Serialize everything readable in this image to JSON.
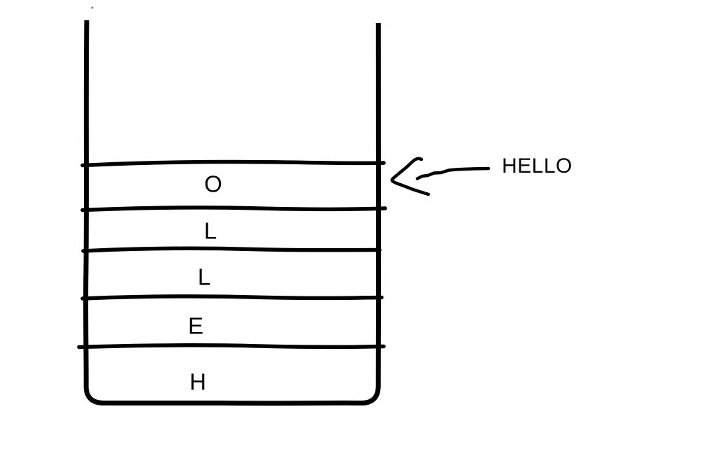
{
  "figure": {
    "background_color": "#ffffff",
    "ink_color": "#000000",
    "stack_cells_top_to_bottom": [
      {
        "label": "O"
      },
      {
        "label": "L"
      },
      {
        "label": "L"
      },
      {
        "label": "E"
      },
      {
        "label": "H"
      }
    ],
    "annotation": {
      "label": "HELLO"
    }
  }
}
